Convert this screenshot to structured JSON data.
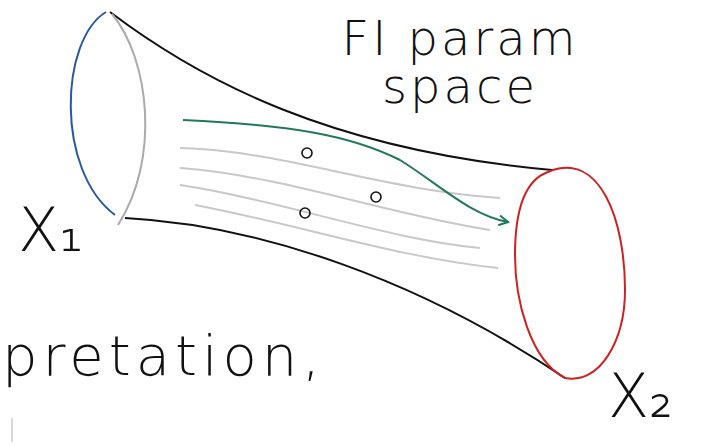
{
  "diagram": {
    "labels": [
      "FI param space",
      "X₁",
      "X₂",
      "pretation,"
    ]
  }
}
